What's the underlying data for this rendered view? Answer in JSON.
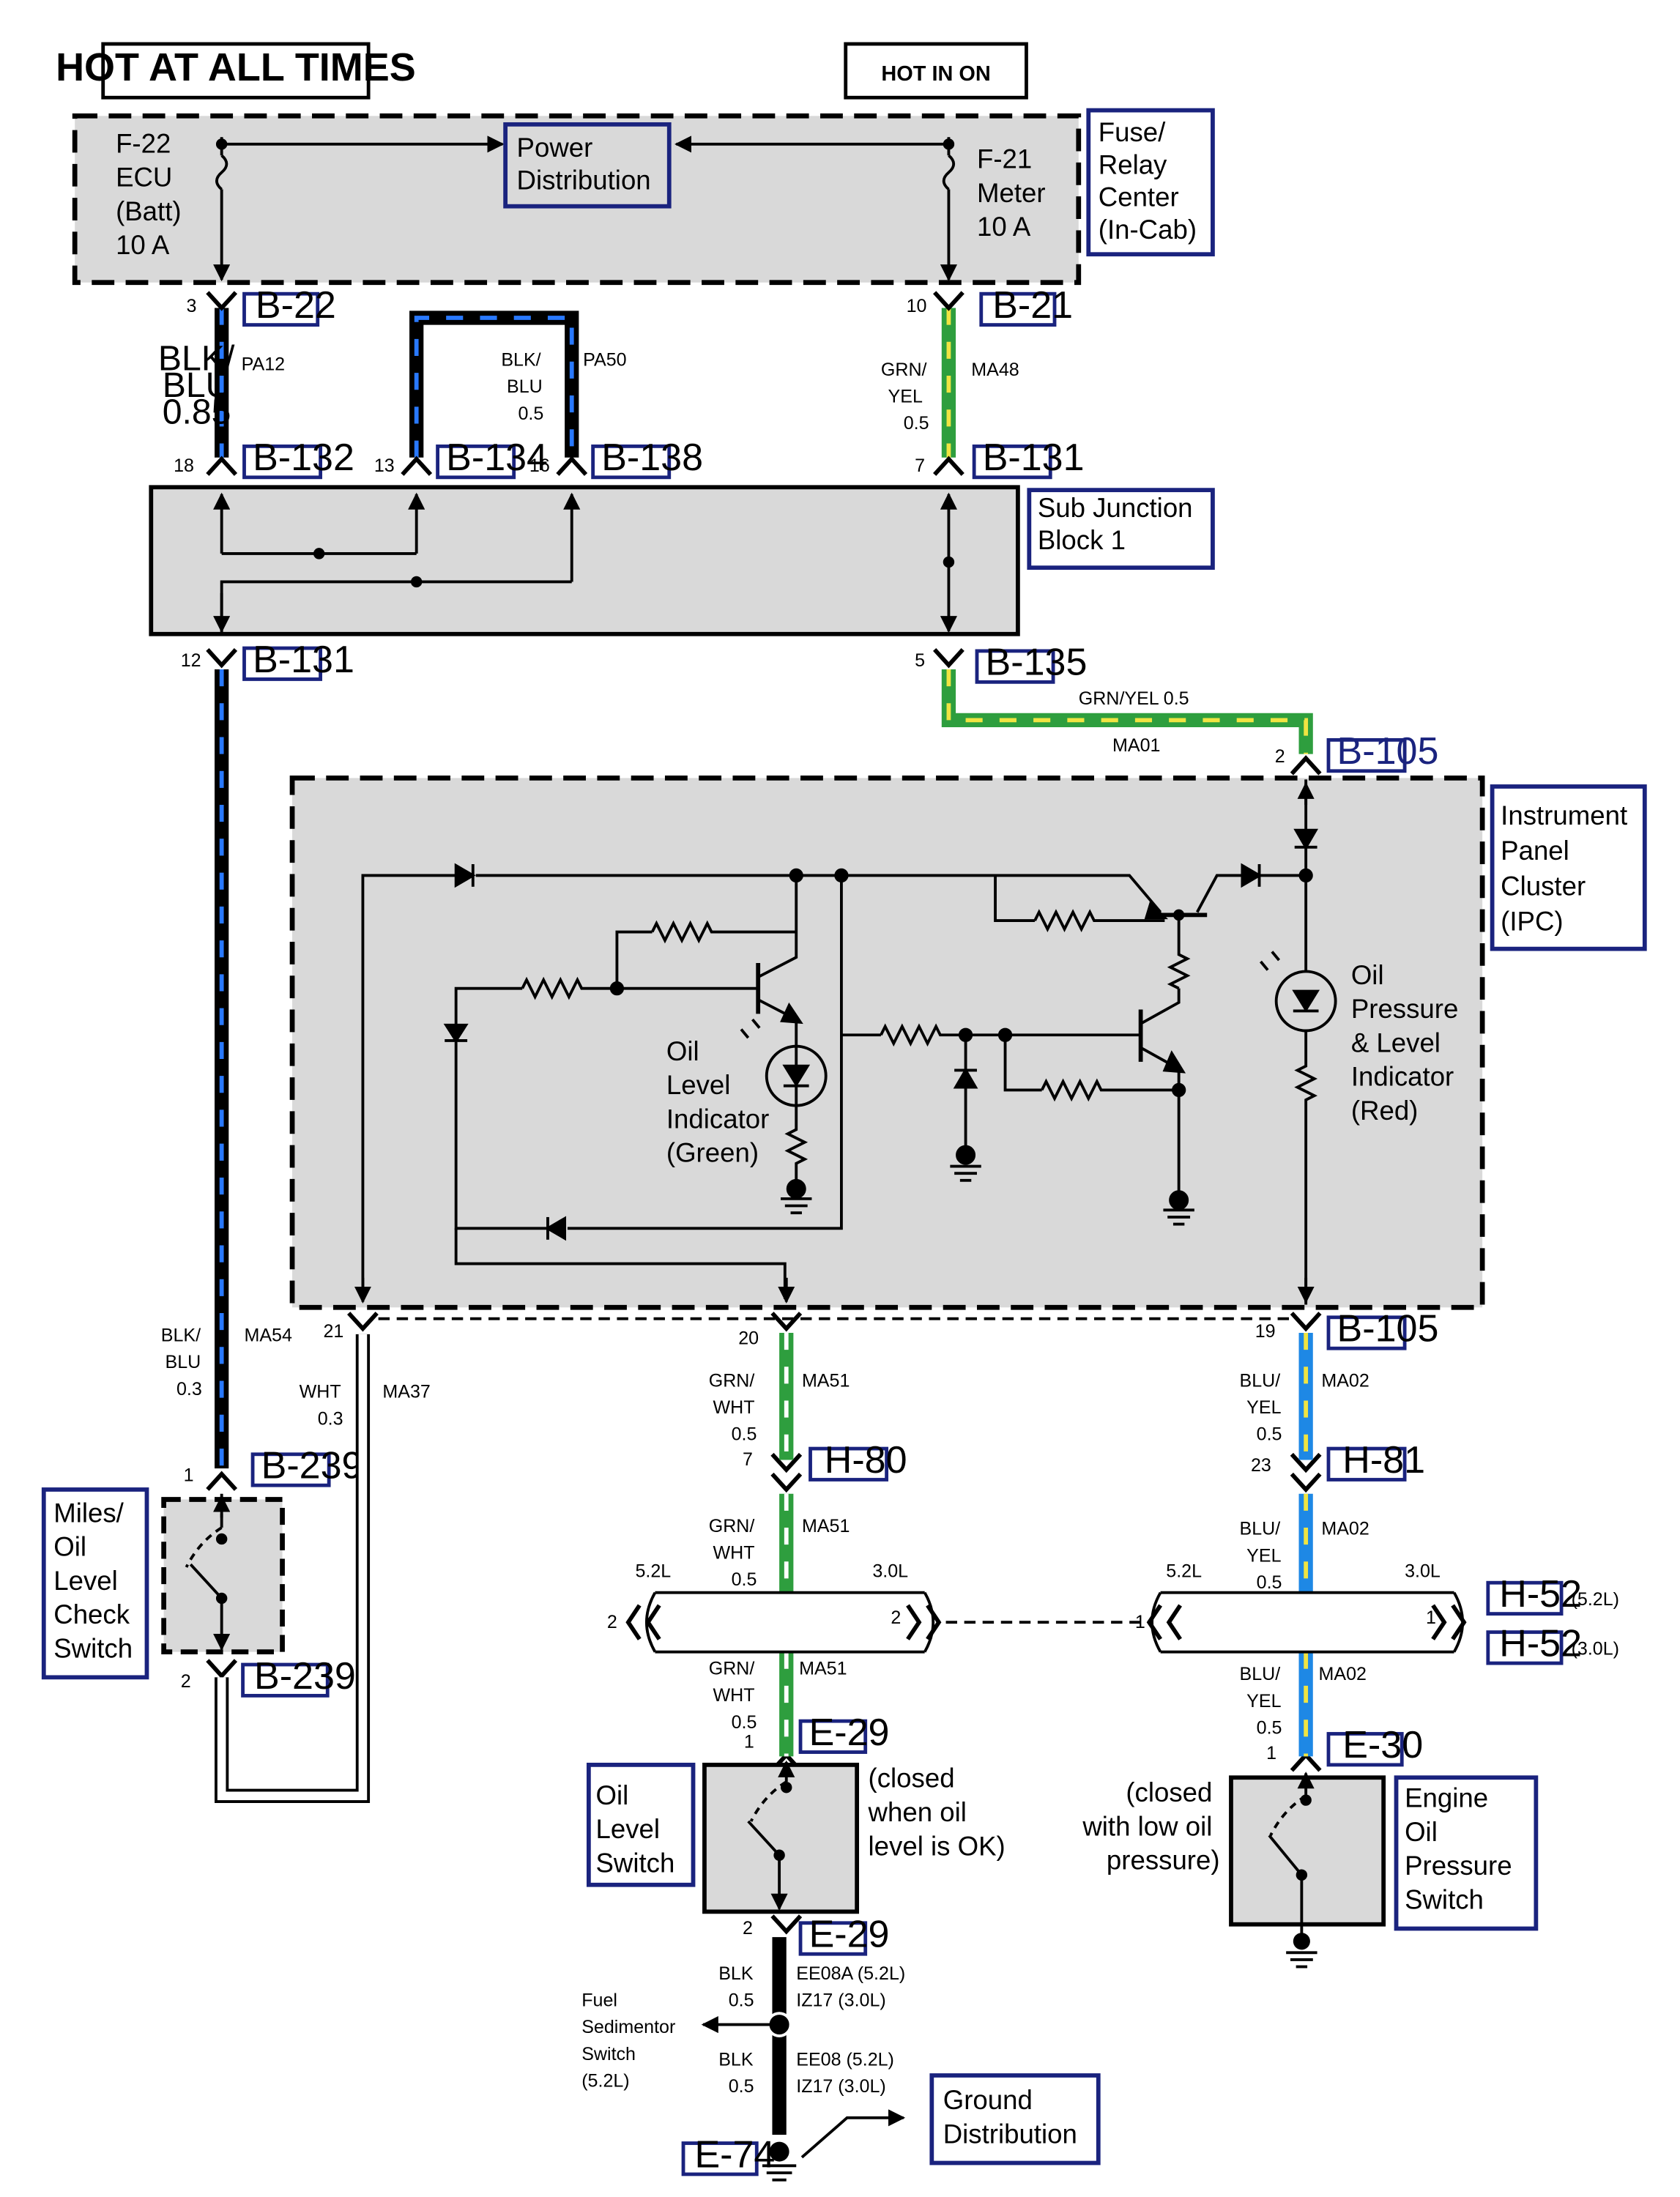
{
  "headers": {
    "hot_at_all_times": "HOT AT ALL TIMES",
    "hot_in_on": "HOT IN ON"
  },
  "colors": {
    "black_wire": "#000000",
    "blue_stripe": "#2979ff",
    "green_wire": "#2e9e3e",
    "yellow_stripe": "#f0e442",
    "blue_wire": "#1e88e5",
    "component_fill": "#d9d9d9",
    "label_border": "#1a237e"
  },
  "fuse_center": {
    "label": [
      "Fuse/",
      "Relay",
      "Center",
      "(In-Cab)"
    ],
    "fuse_left": [
      "F-22",
      "ECU",
      "(Batt)",
      "10 A"
    ],
    "fuse_right": [
      "F-21",
      "Meter",
      "10 A"
    ],
    "power_distribution": [
      "Power",
      "Distribution"
    ]
  },
  "sub_junction": {
    "label": [
      "Sub Junction",
      "Block 1"
    ]
  },
  "ipc": {
    "label": [
      "Instrument",
      "Panel",
      "Cluster",
      "(IPC)"
    ],
    "oil_level_indicator": [
      "Oil",
      "Level",
      "Indicator",
      "(Green)"
    ],
    "oil_pressure_indicator": [
      "Oil",
      "Pressure",
      "& Level",
      "Indicator",
      "(Red)"
    ]
  },
  "connectors": {
    "b22": "B-22",
    "b21": "B-21",
    "b132": "B-132",
    "b134": "B-134",
    "b138": "B-138",
    "b131_top": "B-131",
    "b131_bottom": "B-131",
    "b135": "B-135",
    "b105_top": "B-105",
    "b105_bottom": "B-105",
    "b239_top": "B-239",
    "b239_bottom": "B-239",
    "h80": "H-80",
    "h81": "H-81",
    "h52a": "H-52",
    "h52b": "H-52",
    "e29_top": "E-29",
    "e29_bottom": "E-29",
    "e30": "E-30",
    "e74": "E-74"
  },
  "h52_suffixes": {
    "a": "(5.2L)",
    "b": "(3.0L)"
  },
  "pins": {
    "p3": "3",
    "p10": "10",
    "p18": "18",
    "p13": "13",
    "p16": "16",
    "p7a": "7",
    "p12": "12",
    "p5": "5",
    "p2a": "2",
    "p21": "21",
    "p20": "20",
    "p19": "19",
    "p1a": "1",
    "p2b": "2",
    "p7b": "7",
    "p23": "23",
    "p2c": "2",
    "p2d": "2",
    "p1b": "1",
    "p1c": "1",
    "p1d": "1",
    "p1e": "1",
    "p2e": "2"
  },
  "engine_labels": {
    "l52a": "5.2L",
    "l30a": "3.0L",
    "l52b": "5.2L",
    "l30b": "3.0L"
  },
  "wires": {
    "pa12": {
      "color": [
        "BLK/",
        "BLU",
        "0.85"
      ],
      "circuit": "PA12"
    },
    "pa50": {
      "color": [
        "BLK/",
        "BLU",
        "0.5"
      ],
      "circuit": "PA50"
    },
    "ma48": {
      "color": [
        "GRN/",
        "YEL",
        "0.5"
      ],
      "circuit": "MA48"
    },
    "ma01": {
      "color": "GRN/YEL 0.5",
      "circuit": "MA01"
    },
    "ma54": {
      "color": [
        "BLK/",
        "BLU",
        "0.3"
      ],
      "circuit": "MA54"
    },
    "ma37": {
      "color": [
        "WHT",
        "0.3"
      ],
      "circuit": "MA37"
    },
    "ma51_a": {
      "color": [
        "GRN/",
        "WHT",
        "0.5"
      ],
      "circuit": "MA51"
    },
    "ma51_b": {
      "color": [
        "GRN/",
        "WHT",
        "0.5"
      ],
      "circuit": "MA51"
    },
    "ma51_c": {
      "color": [
        "GRN/",
        "WHT",
        "0.5"
      ],
      "circuit": "MA51"
    },
    "ma02_a": {
      "color": [
        "BLU/",
        "YEL",
        "0.5"
      ],
      "circuit": "MA02"
    },
    "ma02_b": {
      "color": [
        "BLU/",
        "YEL",
        "0.5"
      ],
      "circuit": "MA02"
    },
    "ma02_c": {
      "color": [
        "BLU/",
        "YEL",
        "0.5"
      ],
      "circuit": "MA02"
    },
    "ee08a": {
      "color": [
        "BLK",
        "0.5"
      ],
      "circuit": [
        "EE08A  (5.2L)",
        "IZ17  (3.0L)"
      ]
    },
    "ee08": {
      "color": [
        "BLK",
        "0.5"
      ],
      "circuit": [
        "EE08  (5.2L)",
        "IZ17  (3.0L)"
      ]
    }
  },
  "switches": {
    "miles_oil": [
      "Miles/",
      "Oil",
      "Level",
      "Check",
      "Switch"
    ],
    "oil_level": [
      "Oil",
      "Level",
      "Switch"
    ],
    "oil_level_note": [
      "(closed",
      "when oil",
      "level is OK)"
    ],
    "oil_pressure": [
      "Engine",
      "Oil",
      "Pressure",
      "Switch"
    ],
    "oil_pressure_note": [
      "(closed",
      "with low oil",
      "pressure)"
    ]
  },
  "fuel_sedimentor": [
    "Fuel",
    "Sedimentor",
    "Switch",
    "(5.2L)"
  ],
  "ground_distribution": [
    "Ground",
    "Distribution"
  ]
}
